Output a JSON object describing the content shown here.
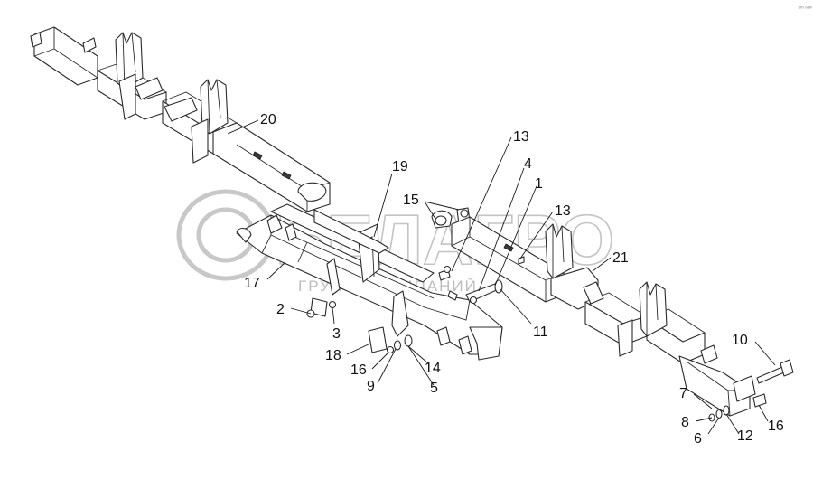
{
  "watermark": {
    "brand": "БЕЛАГРО",
    "subtitle": "ГРУППА КОМПАНИЙ"
  },
  "corner_mark": "ᵖᵐ ⁿᵃʷ",
  "callouts": [
    {
      "id": "c20",
      "label": "20"
    },
    {
      "id": "c19",
      "label": "19"
    },
    {
      "id": "c13a",
      "label": "13"
    },
    {
      "id": "c4",
      "label": "4"
    },
    {
      "id": "c1",
      "label": "1"
    },
    {
      "id": "c15",
      "label": "15"
    },
    {
      "id": "c13b",
      "label": "13"
    },
    {
      "id": "c21",
      "label": "21"
    },
    {
      "id": "c17",
      "label": "17"
    },
    {
      "id": "c2",
      "label": "2"
    },
    {
      "id": "c3",
      "label": "3"
    },
    {
      "id": "c18",
      "label": "18"
    },
    {
      "id": "c16a",
      "label": "16"
    },
    {
      "id": "c9",
      "label": "9"
    },
    {
      "id": "c14",
      "label": "14"
    },
    {
      "id": "c5",
      "label": "5"
    },
    {
      "id": "c11",
      "label": "11"
    },
    {
      "id": "c10",
      "label": "10"
    },
    {
      "id": "c7",
      "label": "7"
    },
    {
      "id": "c8",
      "label": "8"
    },
    {
      "id": "c6",
      "label": "6"
    },
    {
      "id": "c12",
      "label": "12"
    },
    {
      "id": "c16b",
      "label": "16"
    }
  ]
}
